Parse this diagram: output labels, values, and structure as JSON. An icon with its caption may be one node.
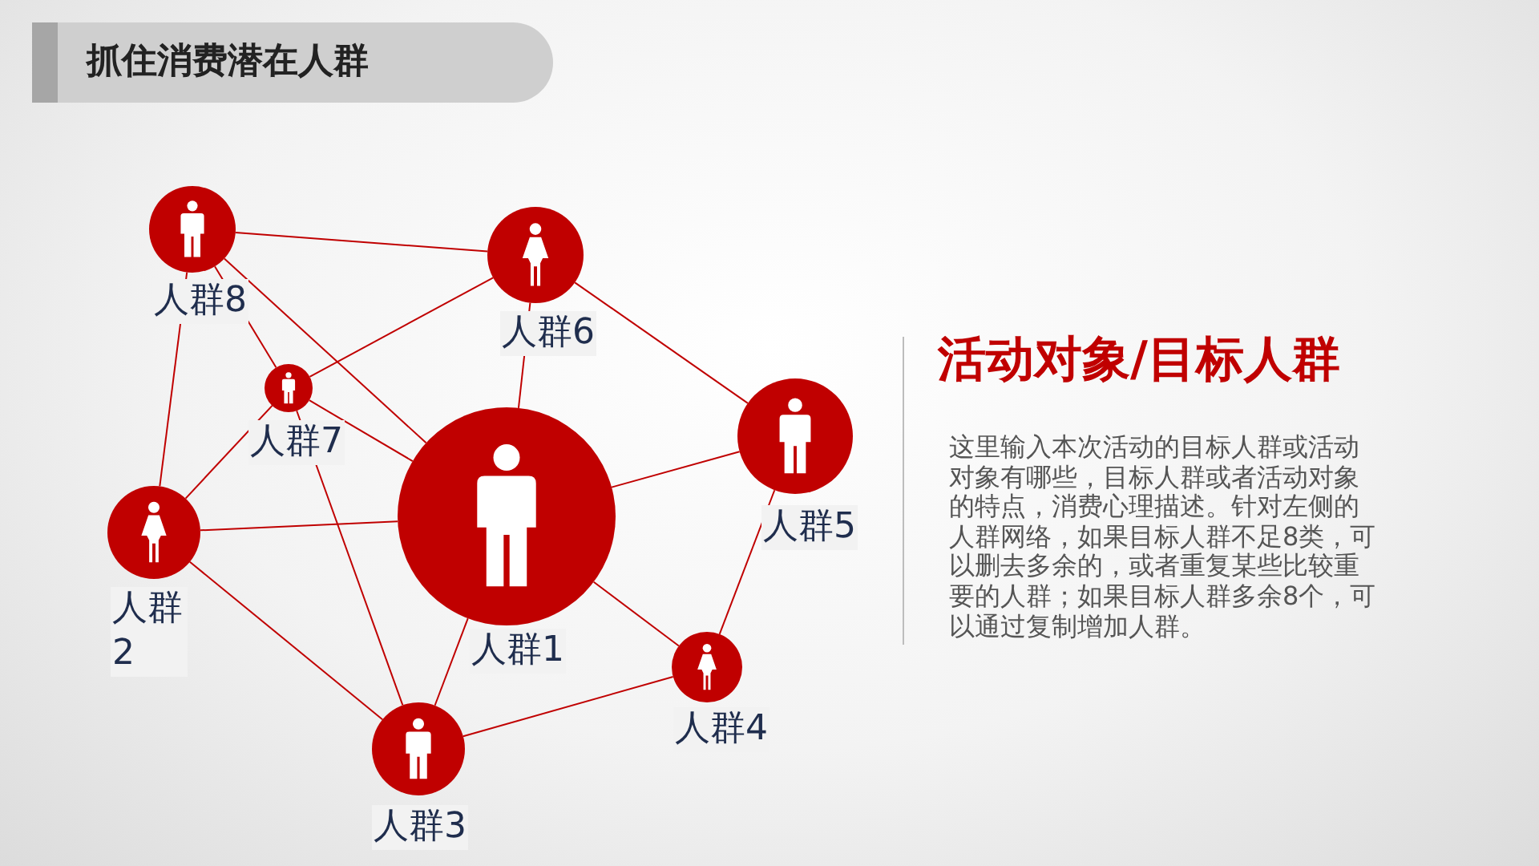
{
  "diagram": {
    "title": "抓住消费潜在人群",
    "nodes": [
      {
        "text": [
          "人群1"
        ]
      },
      {
        "text": [
          "人群2"
        ]
      },
      {
        "text": [
          "人群3"
        ]
      },
      {
        "text": [
          "人群4"
        ]
      },
      {
        "text": [
          "人群5"
        ]
      },
      {
        "text": [
          "人群6"
        ]
      },
      {
        "text": [
          "人群7"
        ]
      },
      {
        "text": [
          "人群8"
        ]
      }
    ],
    "edges": [
      {
        "from": 7,
        "to": 5,
        "arrow": "none"
      },
      {
        "from": 7,
        "to": 6,
        "arrow": "none"
      },
      {
        "from": 7,
        "to": 0,
        "arrow": "none"
      },
      {
        "from": 7,
        "to": 1,
        "arrow": "none"
      },
      {
        "from": 5,
        "to": 6,
        "arrow": "none"
      },
      {
        "from": 5,
        "to": 0,
        "arrow": "none"
      },
      {
        "from": 5,
        "to": 4,
        "arrow": "none"
      },
      {
        "from": 6,
        "to": 0,
        "arrow": "none"
      },
      {
        "from": 6,
        "to": 1,
        "arrow": "none"
      },
      {
        "from": 6,
        "to": 2,
        "arrow": "none"
      },
      {
        "from": 1,
        "to": 0,
        "arrow": "none"
      },
      {
        "from": 1,
        "to": 2,
        "arrow": "none"
      },
      {
        "from": 0,
        "to": 4,
        "arrow": "none"
      },
      {
        "from": 0,
        "to": 3,
        "arrow": "none"
      },
      {
        "from": 0,
        "to": 2,
        "arrow": "none"
      },
      {
        "from": 4,
        "to": 3,
        "arrow": "none"
      },
      {
        "from": 2,
        "to": 3,
        "arrow": "none"
      }
    ],
    "labels": [
      "活动对象/目标人群",
      "这里输入本次活动的目标人群或活动对象有哪些，目标人群或者活动对象的特点，消费心理描述。针对左侧的人群网络，如果目标人群不足8类，可以删去多余的，或者重复某些比较重要的人群；如果目标人群多余8个，可以通过复制增加人群。"
    ]
  }
}
